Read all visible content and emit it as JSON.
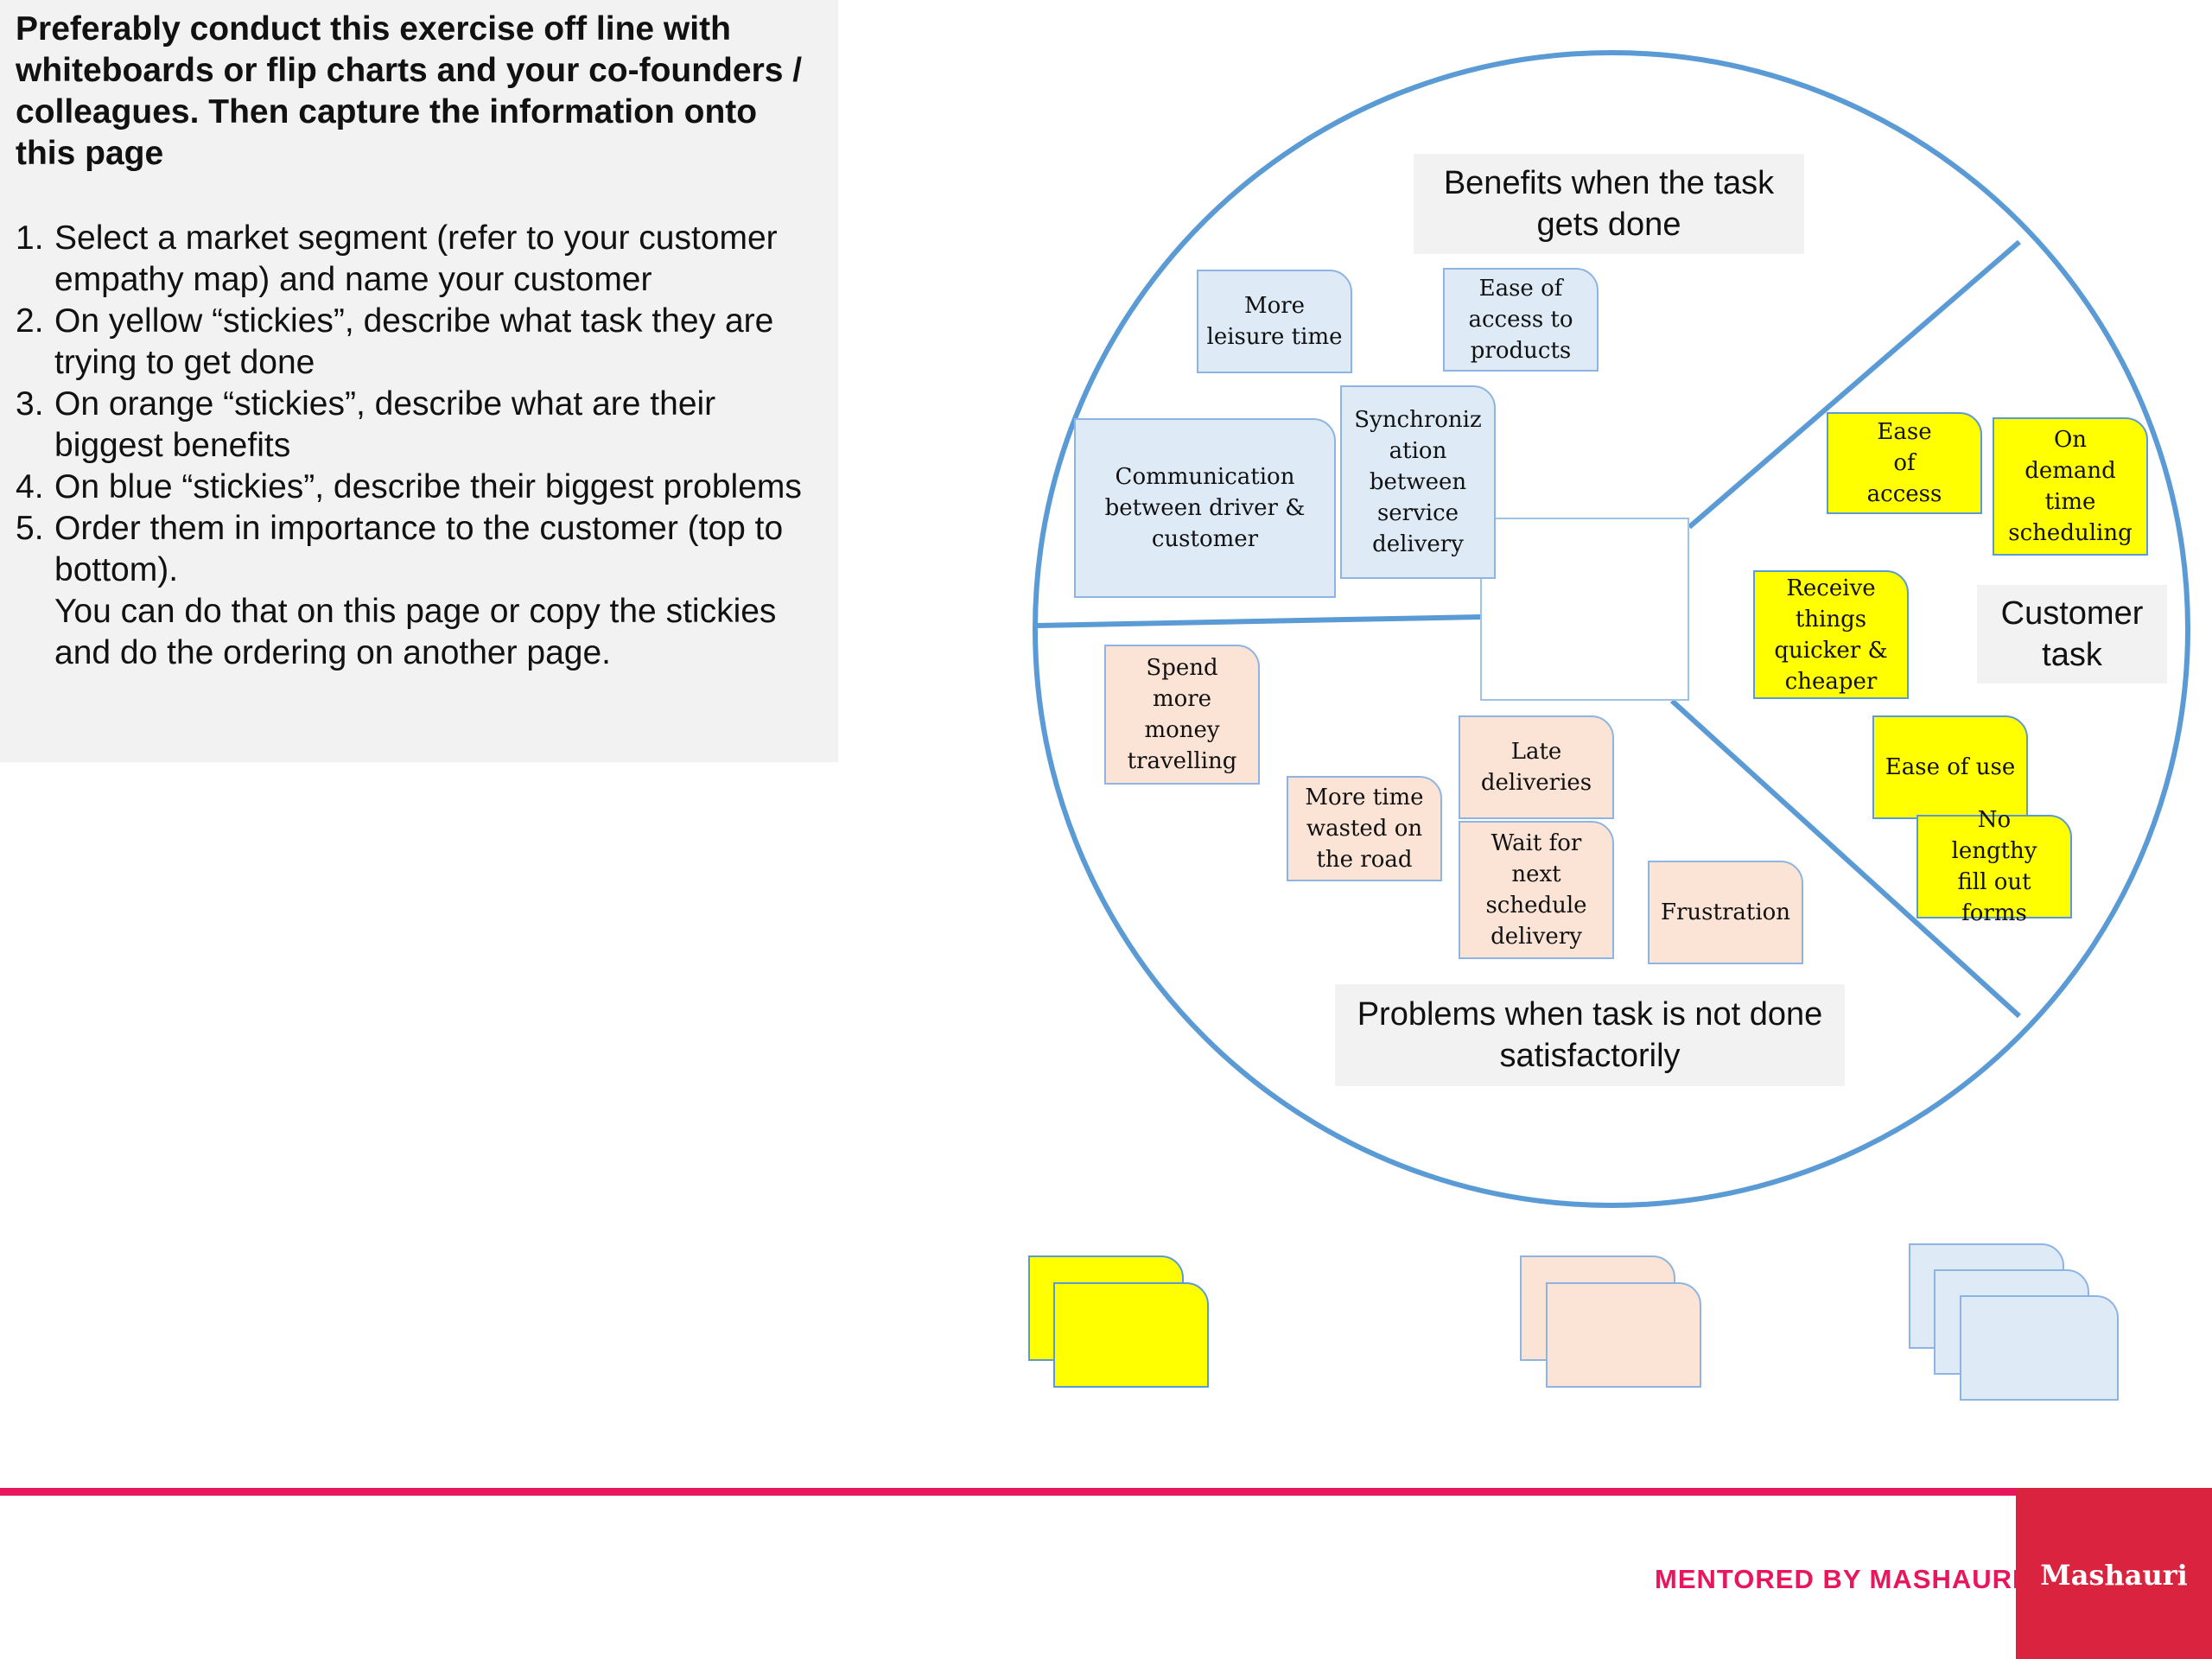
{
  "instructions": {
    "title": "Preferably conduct this exercise off line with whiteboards or flip charts and your co-founders / colleagues. Then capture the information onto this page",
    "steps": [
      "Select a market segment (refer to your customer empathy map) and name your customer",
      "On yellow “stickies”, describe what task they are trying to get done",
      "On orange “stickies”, describe what are their biggest benefits",
      "On blue  “stickies”, describe their biggest problems",
      "Order them in importance to the customer (top to bottom).\nYou can do that on this page or copy the stickies and do the ordering on another page."
    ],
    "step_numbers": [
      "1.",
      "2.",
      "3.",
      "4.",
      "5."
    ]
  },
  "diagram": {
    "benefits_label": "Benefits when the task gets done",
    "task_label": "Customer task",
    "problems_label": "Problems when task is not done satisfactorily",
    "benefit_stickies": [
      "More leisure time",
      "Ease of access to products",
      "Communication between driver & customer",
      "Synchroniz ation between service delivery"
    ],
    "task_stickies": [
      "Ease of access",
      "On demand time scheduling",
      "Receive things quicker & cheaper",
      "Ease of use",
      "No lengthy fill out forms"
    ],
    "problem_stickies": [
      "Spend more money travelling",
      "More time wasted on the road",
      "Late deliveries",
      "Wait for next schedule delivery",
      "Frustration"
    ]
  },
  "colors": {
    "yellow": "#ffff00",
    "orange": "#fbe4d5",
    "blue": "#deebf7",
    "circle": "#5b9bd5",
    "accent": "#e8175d",
    "logo_bg": "#d9233f"
  },
  "footer": {
    "mentored_text": "MENTORED BY MASHAURI",
    "logo_text": "Mashauri"
  }
}
